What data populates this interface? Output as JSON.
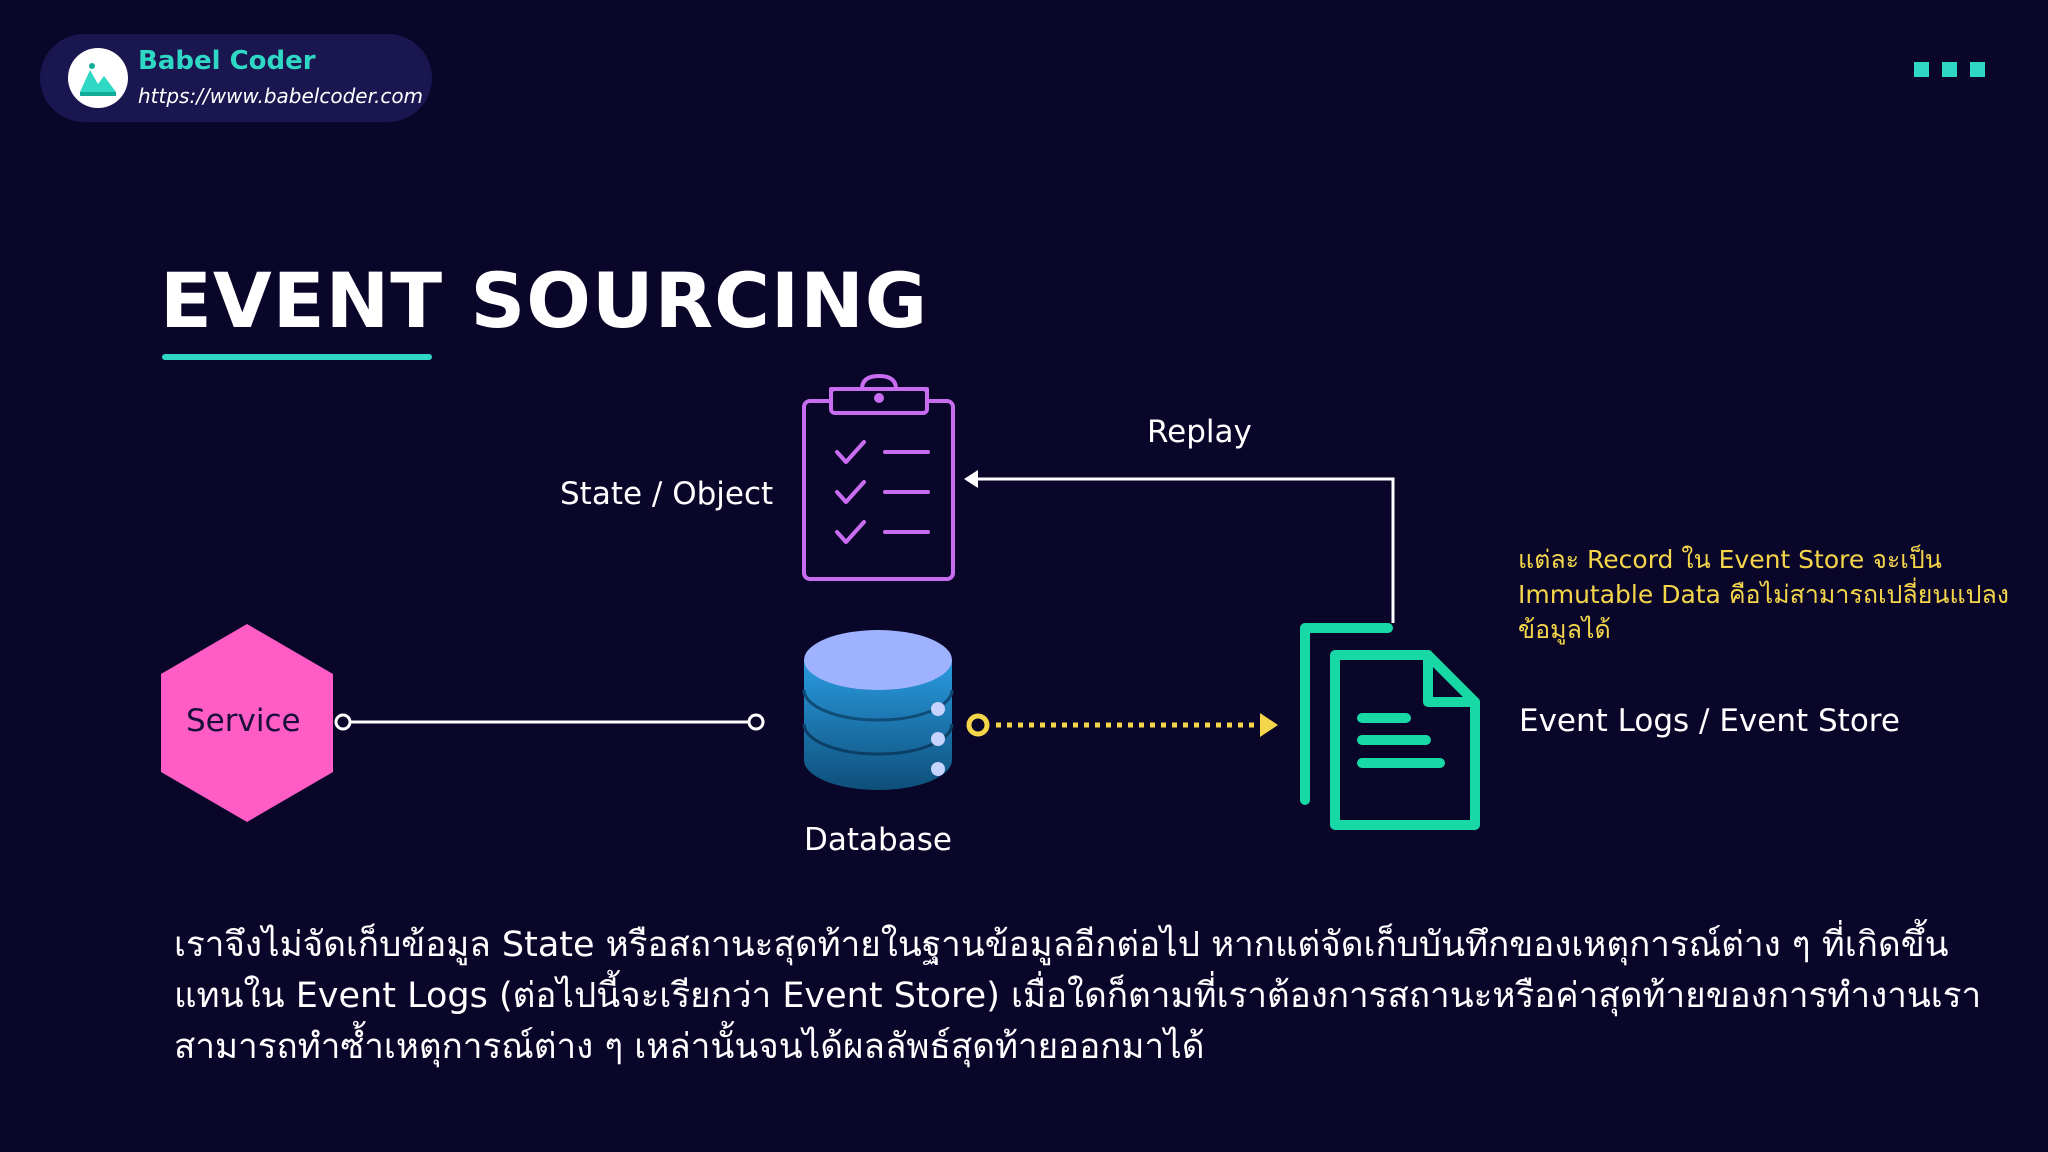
{
  "brand": {
    "name": "Babel Coder",
    "url": "https://www.babelcoder.com"
  },
  "slide": {
    "title": "EVENT SOURCING"
  },
  "diagram": {
    "nodes": {
      "service": "Service",
      "state_object": "State / Object",
      "database": "Database",
      "event_store": "Event Logs / Event Store"
    },
    "edges": {
      "replay": "Replay"
    },
    "note": "แต่ละ Record ใน Event Store จะเป็น Immutable Data คือไม่สามารถเปลี่ยนแปลงข้อมูลได้"
  },
  "description": {
    "line1": "เราจึงไม่จัดเก็บข้อมูล State หรือสถานะสุดท้ายในฐานข้อมูลอีกต่อไป หากแต่จัดเก็บบันทึกของเหตุการณ์ต่าง ๆ ที่เกิดขึ้น",
    "line2": "แทนใน Event Logs (ต่อไปนี้จะเรียกว่า Event Store) เมื่อใดก็ตามที่เราต้องการสถานะหรือค่าสุดท้ายของการทำงานเรา",
    "line3": "สามารถทำซ้ำเหตุการณ์ต่าง ๆ เหล่านั้นจนได้ผลลัพธ์สุดท้ายออกมาได้"
  },
  "colors": {
    "background": "#09062a",
    "accent": "#2fd8c4",
    "service": "#ff5cc6",
    "clipboard": "#c86cf0",
    "highlight": "#f5d64a"
  },
  "icons": {
    "logo": "babel-coder-logo",
    "menu": "three-dots-menu-icon",
    "state": "clipboard-checklist-icon",
    "database": "database-cylinder-icon",
    "store": "document-stack-icon",
    "service": "hexagon-shape"
  }
}
